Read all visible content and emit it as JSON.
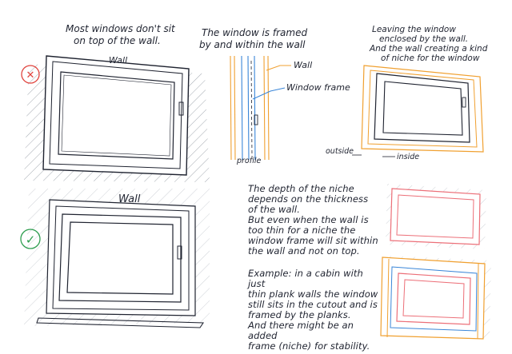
{
  "captions": {
    "wrong_top": [
      "Most windows don't sit",
      "on top of the wall."
    ],
    "framed_top": [
      "The window is framed",
      "by and within the wall"
    ],
    "niche_top": [
      "Leaving the window",
      "enclosed by the wall.",
      "And the wall creating a kind",
      "of niche for the window"
    ]
  },
  "labels": {
    "wall_upper": "Wall",
    "wall_lower": "Wall",
    "wall_section": "Wall",
    "window_frame": "Window frame",
    "profile": "profile",
    "outside": "outside",
    "inside": "inside"
  },
  "marks": {
    "wrong": "✕",
    "right": "✓"
  },
  "notes": {
    "depth": [
      "The depth of the niche",
      "depends on the thickness",
      "of the wall.",
      "But even when the wall is",
      "too thin for a niche the",
      "window frame will sit within",
      "the wall and not on top."
    ],
    "example": [
      "Example: in a cabin with just",
      "thin plank walls the window",
      "still sits in the cutout and is",
      "framed by the planks.",
      "And there might be an added",
      "frame (niche) for stability."
    ]
  },
  "colors": {
    "ink": "#1f2330",
    "wrong_mark": "#e0443e",
    "right_mark": "#2e9e4f",
    "wall_orange": "#f0a030",
    "frame_blue": "#3a86d8",
    "pink_frame": "#ec6f78",
    "hatch": "#9aa0a8"
  }
}
